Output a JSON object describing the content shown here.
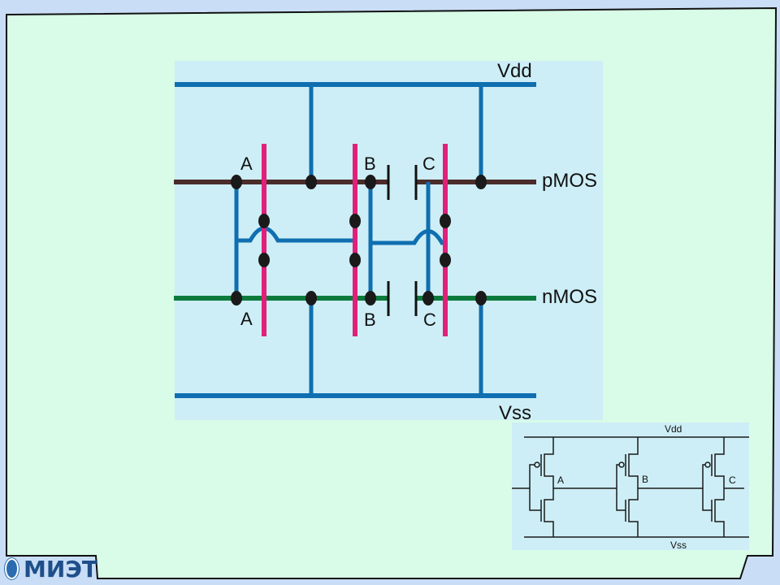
{
  "layout": {
    "rails": {
      "top": "Vdd",
      "bottom": "Vss"
    },
    "regions": {
      "p": "pMOS",
      "n": "nMOS"
    },
    "inputs_top": [
      "A",
      "B",
      "C"
    ],
    "inputs_bottom": [
      "A",
      "B",
      "C"
    ]
  },
  "schematic": {
    "rails": {
      "top": "Vdd",
      "bottom": "Vss"
    },
    "inputs": [
      "A",
      "B",
      "C"
    ]
  },
  "logo": {
    "text": "МИЭТ"
  },
  "colors": {
    "slide_bg": "#d8fce8",
    "frame_bg": "#c9def6",
    "layout_bg": "#cdeef6",
    "metal": "#0f6fb0",
    "poly": "#e0207a",
    "p_diffusion": "#4a2c2a",
    "n_diffusion": "#0c7a3c",
    "contact": "#1a1a1a",
    "schematic_bg": "#cdeef6",
    "schematic_line": "#1a1a1a"
  }
}
